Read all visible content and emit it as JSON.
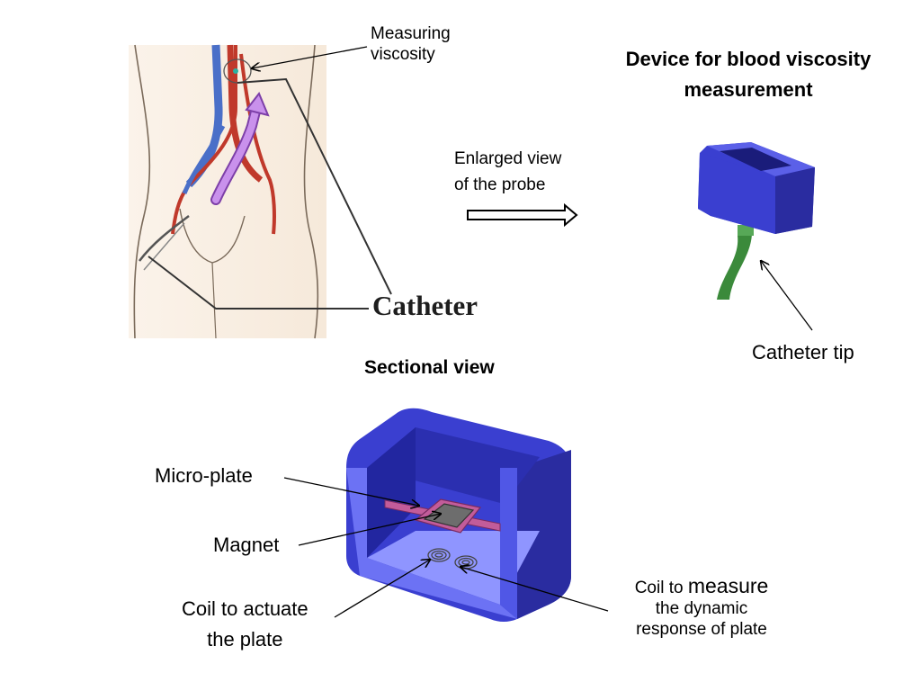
{
  "labels": {
    "measuring_viscosity_line1": "Measuring",
    "measuring_viscosity_line2": "viscosity",
    "device_title_line1": "Device for blood viscosity",
    "device_title_line2": "measurement",
    "enlarged_view_line1": "Enlarged view",
    "enlarged_view_line2": "of the probe",
    "catheter": "Catheter",
    "catheter_tip": "Catheter tip",
    "sectional_view": "Sectional view",
    "micro_plate": "Micro-plate",
    "magnet": "Magnet",
    "coil_actuate_line1": "Coil to actuate",
    "coil_actuate_line2": "the plate",
    "coil_measure_prefix": "Coil to ",
    "coil_measure_word": "measure",
    "coil_measure_line2": "the dynamic",
    "coil_measure_line3": "response of plate"
  },
  "colors": {
    "device_blue": "#3a3fd0",
    "device_dark": "#2a2ca0",
    "device_light": "#8f95ff",
    "catheter_green": "#3b8a3b",
    "vein_blue": "#4a6fc8",
    "artery_red": "#c0392b",
    "arrow_purple": "#b06ad8",
    "plate_pink": "#c25c9a",
    "magnet_gray": "#6d6d6d",
    "skin": "#faf1e6"
  }
}
